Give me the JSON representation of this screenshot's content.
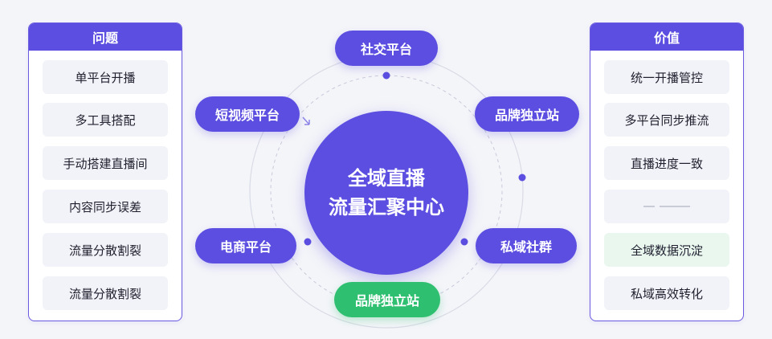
{
  "left_panel": {
    "title": "问题",
    "items": [
      "单平台开播",
      "多工具搭配",
      "手动搭建直播间",
      "内容同步误差",
      "流量分散割裂",
      "流量分散割裂"
    ]
  },
  "right_panel": {
    "title": "价值",
    "items": [
      "统一开播管控",
      "多平台同步推流",
      "直播进度一致",
      "",
      "全域数据沉淀",
      "私域高效转化"
    ]
  },
  "hub": {
    "line1": "全域直播",
    "line2": "流量汇聚中心"
  },
  "nodes": {
    "social": "社交平台",
    "brand_site_top": "品牌独立站",
    "short_video": "短视频平台",
    "ecommerce": "电商平台",
    "private_community": "私域社群",
    "brand_site_bottom": "品牌独立站"
  },
  "colors": {
    "primary": "#5b4ee0",
    "accent_green": "#2fbf71",
    "highlight_bg": "#e9f7ef"
  }
}
